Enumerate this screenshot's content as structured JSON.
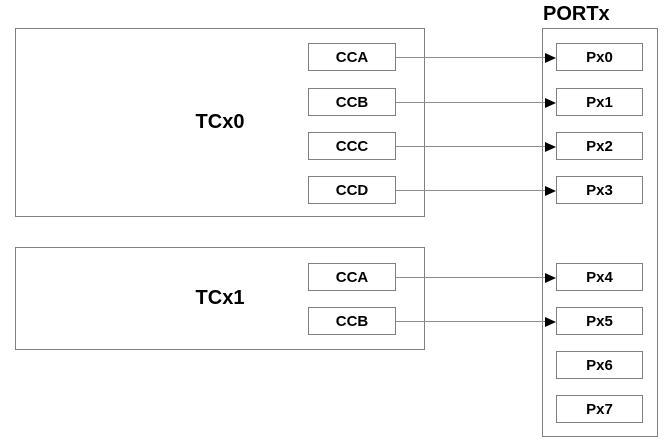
{
  "port": {
    "title": "PORTx",
    "pins": [
      "Px0",
      "Px1",
      "Px2",
      "Px3",
      "Px4",
      "Px5",
      "Px6",
      "Px7"
    ]
  },
  "timers": [
    {
      "label": "TCx0",
      "channels": [
        "CCA",
        "CCB",
        "CCC",
        "CCD"
      ]
    },
    {
      "label": "TCx1",
      "channels": [
        "CCA",
        "CCB"
      ]
    }
  ],
  "connections": [
    {
      "from": "TCx0.CCA",
      "to": "Px0"
    },
    {
      "from": "TCx0.CCB",
      "to": "Px1"
    },
    {
      "from": "TCx0.CCC",
      "to": "Px2"
    },
    {
      "from": "TCx0.CCD",
      "to": "Px3"
    },
    {
      "from": "TCx1.CCA",
      "to": "Px4"
    },
    {
      "from": "TCx1.CCB",
      "to": "Px5"
    }
  ],
  "colors": {
    "border_color": "#808080",
    "line_color": "#8c8c8c",
    "head_color": "#000000",
    "text_color": "#000000",
    "bg_color": "#ffffff"
  }
}
